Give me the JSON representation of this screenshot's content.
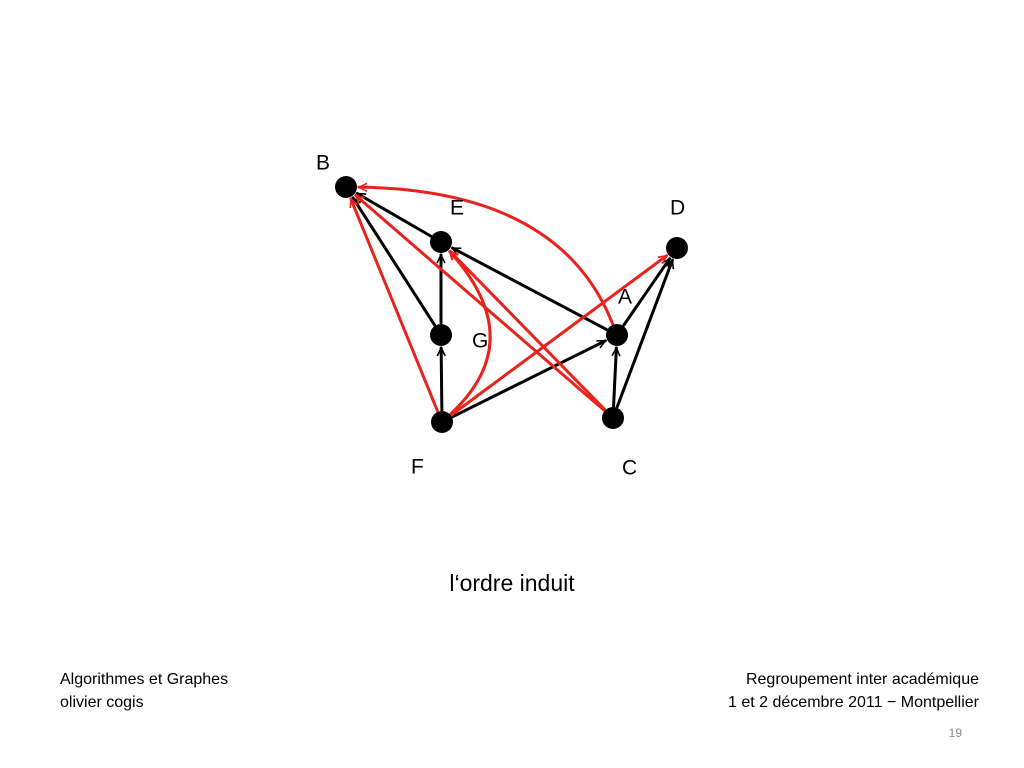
{
  "diagram": {
    "nodes": [
      {
        "id": "B",
        "label": "B"
      },
      {
        "id": "E",
        "label": "E"
      },
      {
        "id": "D",
        "label": "D"
      },
      {
        "id": "A",
        "label": "A"
      },
      {
        "id": "G",
        "label": "G"
      },
      {
        "id": "F",
        "label": "F"
      },
      {
        "id": "C",
        "label": "C"
      }
    ],
    "edges": [
      {
        "from": "G",
        "to": "B",
        "kind": "cover"
      },
      {
        "from": "E",
        "to": "B",
        "kind": "cover"
      },
      {
        "from": "G",
        "to": "E",
        "kind": "cover"
      },
      {
        "from": "F",
        "to": "G",
        "kind": "cover"
      },
      {
        "from": "A",
        "to": "E",
        "kind": "cover"
      },
      {
        "from": "F",
        "to": "A",
        "kind": "cover"
      },
      {
        "from": "A",
        "to": "D",
        "kind": "cover"
      },
      {
        "from": "C",
        "to": "A",
        "kind": "cover"
      },
      {
        "from": "C",
        "to": "D",
        "kind": "cover"
      },
      {
        "from": "F",
        "to": "B",
        "kind": "induced"
      },
      {
        "from": "F",
        "to": "E",
        "kind": "induced"
      },
      {
        "from": "F",
        "to": "D",
        "kind": "induced"
      },
      {
        "from": "A",
        "to": "B",
        "kind": "induced"
      },
      {
        "from": "C",
        "to": "B",
        "kind": "induced"
      },
      {
        "from": "C",
        "to": "E",
        "kind": "induced"
      }
    ],
    "colors": {
      "cover": "#000000",
      "induced": "#e8231e",
      "node": "#000000"
    }
  },
  "caption": "l‘ordre induit",
  "footer": {
    "left_line1": "Algorithmes et Graphes",
    "left_line2": "olivier cogis",
    "right_line1": "Regroupement inter académique",
    "right_line2": "1 et 2 décembre 2011 − Montpellier"
  },
  "page_number": "19"
}
